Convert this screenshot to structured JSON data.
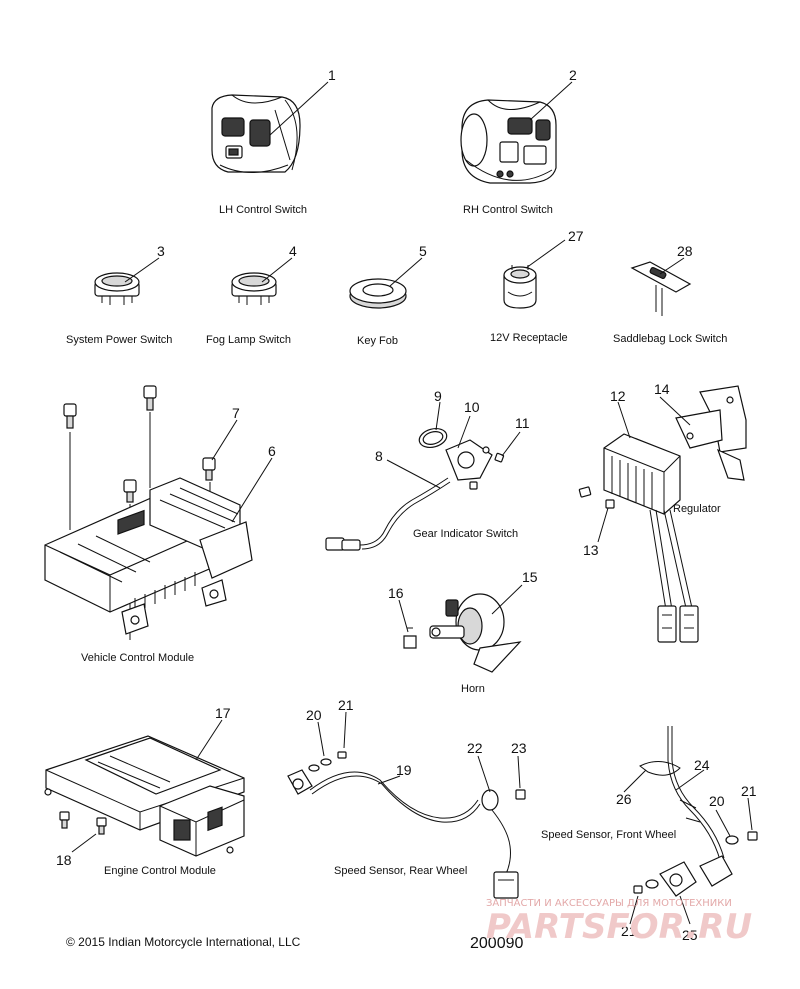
{
  "labels": {
    "lh_switch": "LH Control Switch",
    "rh_switch": "RH Control Switch",
    "system_power": "System Power Switch",
    "fog_lamp": "Fog Lamp Switch",
    "key_fob": "Key Fob",
    "receptacle": "12V Receptacle",
    "saddlebag": "Saddlebag Lock Switch",
    "vcm": "Vehicle Control Module",
    "gear_indicator": "Gear Indicator Switch",
    "regulator": "Regulator",
    "horn": "Horn",
    "ecm": "Engine Control Module",
    "rear_sensor": "Speed Sensor, Rear Wheel",
    "front_sensor": "Speed Sensor, Front Wheel"
  },
  "callouts": {
    "n1": "1",
    "n2": "2",
    "n3": "3",
    "n4": "4",
    "n5": "5",
    "n27": "27",
    "n28": "28",
    "n7": "7",
    "n6": "6",
    "n9": "9",
    "n10": "10",
    "n11": "11",
    "n8": "8",
    "n12": "12",
    "n14": "14",
    "n13": "13",
    "n16": "16",
    "n15": "15",
    "n17": "17",
    "n18": "18",
    "n20a": "20",
    "n21a": "21",
    "n19": "19",
    "n22": "22",
    "n23": "23",
    "n24": "24",
    "n26": "26",
    "n20b": "20",
    "n21b": "21",
    "n21c": "21",
    "n25": "25"
  },
  "footer": {
    "copyright": "© 2015 Indian Motorcycle International, LLC",
    "figure_number": "200090"
  },
  "watermark": {
    "tagline": "ЗАПЧАСТИ И АКСЕССУАРЫ ДЛЯ МОТОТЕХНИКИ",
    "site": "PARTSFOR.RU"
  }
}
